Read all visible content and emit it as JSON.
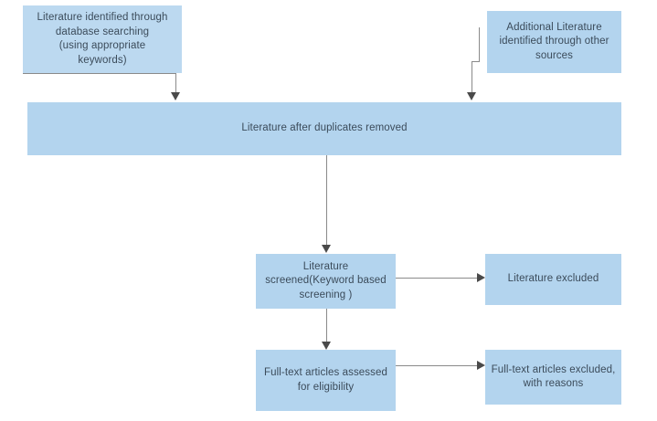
{
  "diagram": {
    "title": "PRISMA literature selection flow diagram",
    "box_fill": "#b3d4ee",
    "box_fill_light": "#bcd9f0",
    "text_color": "#3b4b5a",
    "connector_color": "#8a8a8a",
    "arrowhead_color": "#4a4a4a",
    "background": "#ffffff"
  },
  "nodes": {
    "identified_database": {
      "text": "Literature identified through\ndatabase searching\n(using appropriate\nkeywords)",
      "lines": [
        "Literature identified",
        "through",
        "database searching",
        "(using appropriate",
        "keywords)"
      ]
    },
    "identified_other": {
      "text": "Additional Literature identified through other sources",
      "lines": [
        "Additional Literature",
        "identified",
        "through other sources"
      ]
    },
    "duplicates_removed": {
      "text": "Literature after duplicates removed",
      "lines": [
        "Literature after duplicates removed"
      ]
    },
    "screened": {
      "text": "Literature screened(Keyword based screening )",
      "lines": [
        "Literature",
        "screened(Keyword",
        "based screening )"
      ]
    },
    "literature_excluded": {
      "text": "Literature excluded",
      "lines": [
        "Literature excluded"
      ]
    },
    "fulltext_assessed": {
      "text": "Full-text articles assessed for eligibility",
      "lines": [
        "Full-text articles",
        "assessed for",
        "eligibility"
      ]
    },
    "fulltext_excluded": {
      "text": "Full-text articles excluded, with reasons",
      "lines": [
        "Full-text articles",
        "excluded,",
        "with reasons"
      ]
    }
  },
  "connectors": [
    {
      "name": "database-to-duplicates",
      "from": "identified_database",
      "to": "duplicates_removed",
      "style": "elbow-down"
    },
    {
      "name": "other-to-duplicates",
      "from": "identified_other",
      "to": "duplicates_removed",
      "style": "elbow-down"
    },
    {
      "name": "duplicates-to-screened",
      "from": "duplicates_removed",
      "to": "screened",
      "style": "straight-down"
    },
    {
      "name": "screened-to-excluded",
      "from": "screened",
      "to": "literature_excluded",
      "style": "straight-right"
    },
    {
      "name": "screened-to-fulltext",
      "from": "screened",
      "to": "fulltext_assessed",
      "style": "straight-down"
    },
    {
      "name": "fulltext-to-excluded",
      "from": "fulltext_assessed",
      "to": "fulltext_excluded",
      "style": "straight-right"
    }
  ]
}
